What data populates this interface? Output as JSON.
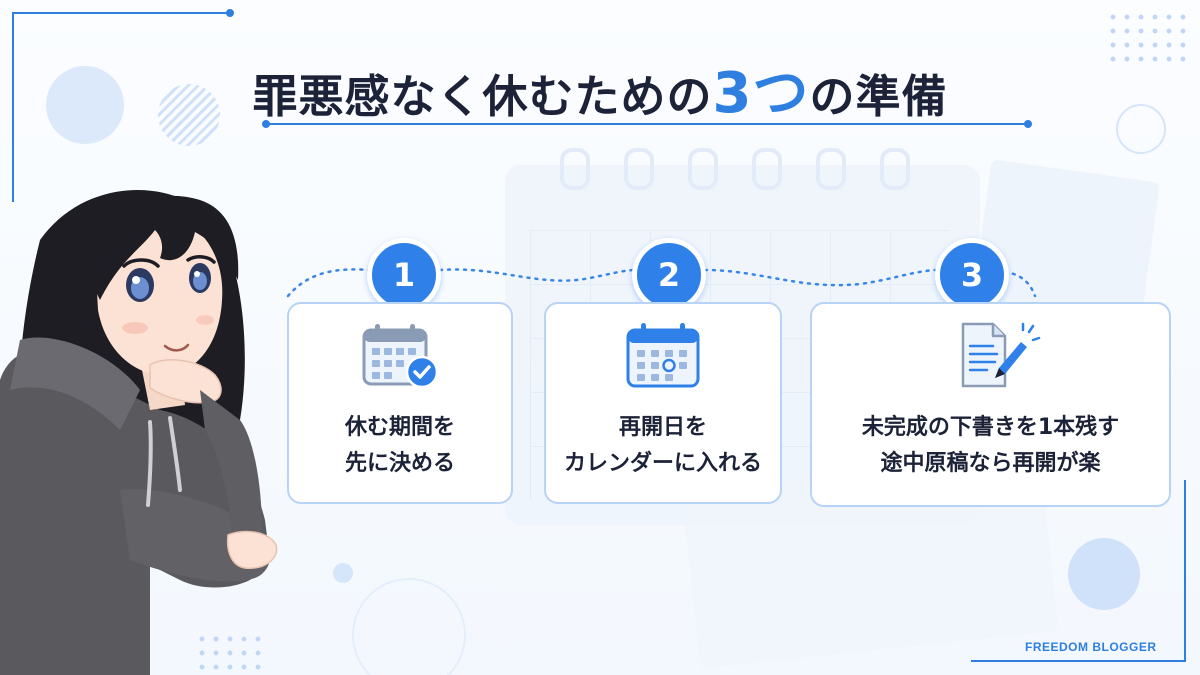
{
  "title": {
    "before": "罪悪感なく休むための",
    "accent": "3つ",
    "after": "の準備"
  },
  "steps": [
    {
      "number": "1",
      "icon": "calendar-check-icon",
      "lines": [
        "休む期間を",
        "先に決める"
      ]
    },
    {
      "number": "2",
      "icon": "calendar-icon",
      "lines": [
        "再開日を",
        "カレンダーに入れる"
      ]
    },
    {
      "number": "3",
      "icon": "document-pen-icon",
      "lines": [
        "未完成の下書きを1本残す",
        "途中原稿なら再開が楽"
      ]
    }
  ],
  "brand": "FREEDOM BLOGGER",
  "colors": {
    "accent": "#2f7fe0",
    "text": "#1c2237",
    "card_border": "#b7d3f5",
    "background": "#f3f8fe"
  }
}
